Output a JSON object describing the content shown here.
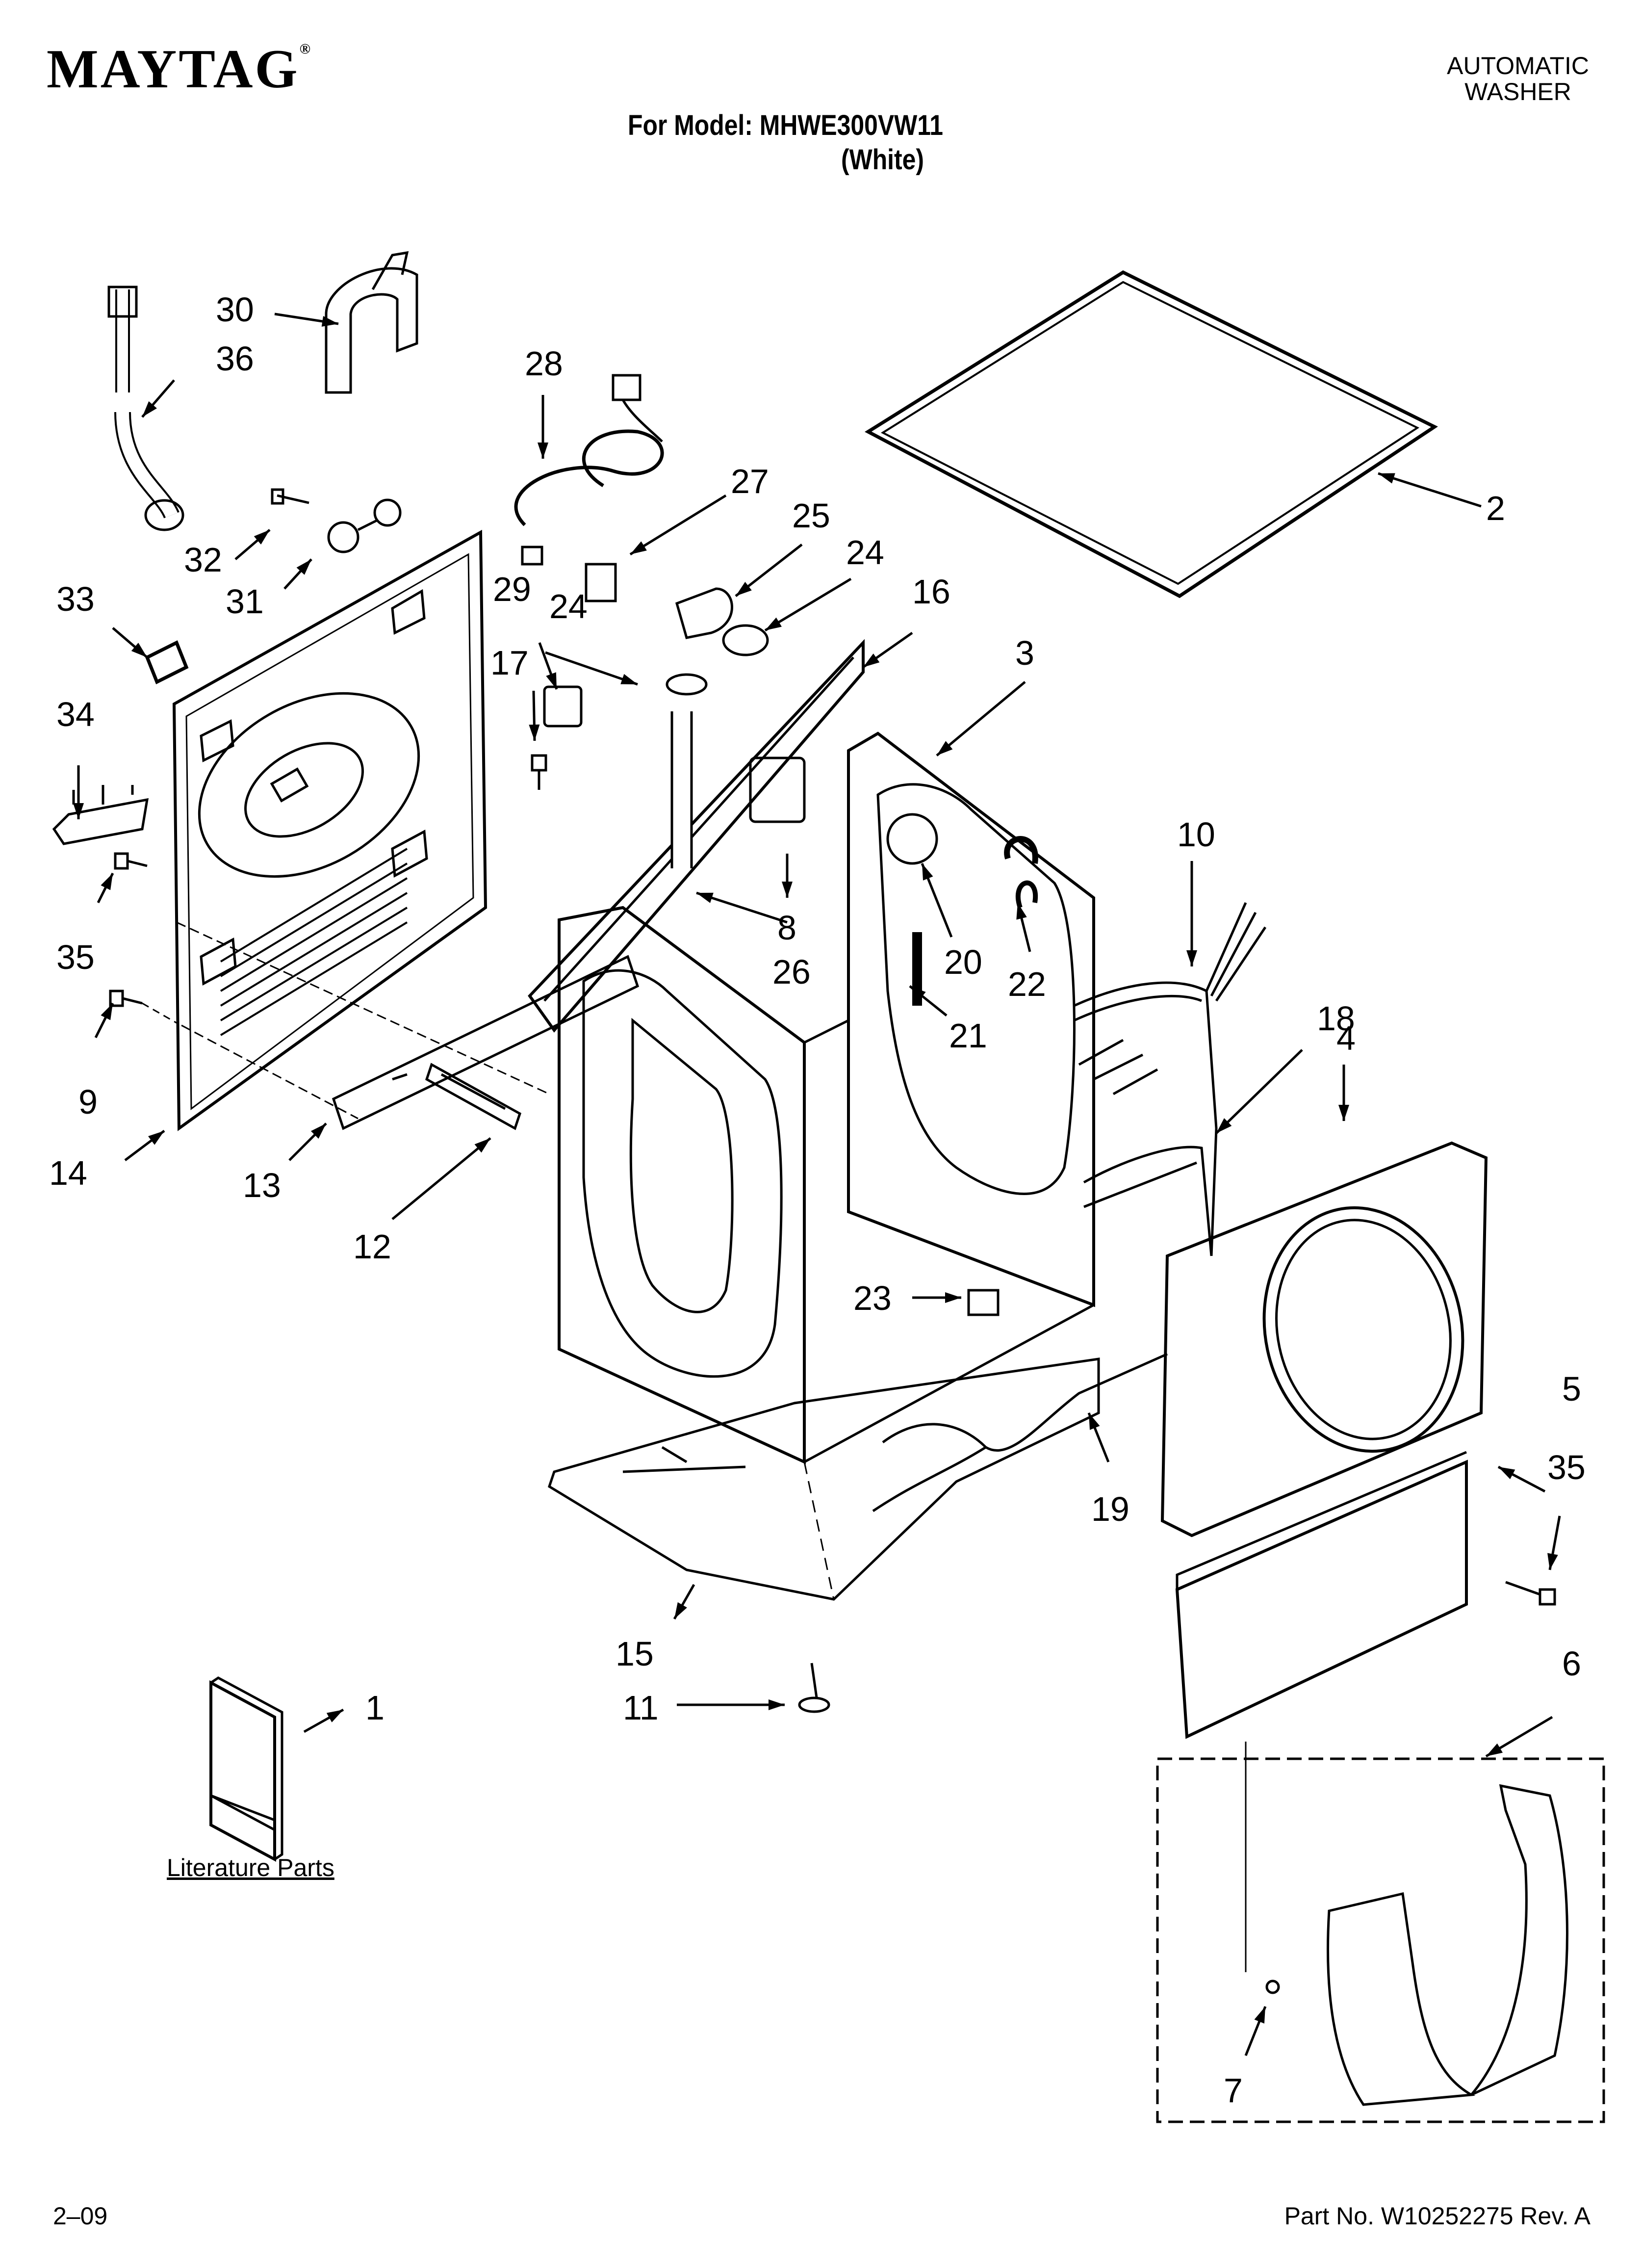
{
  "header": {
    "brand": "MAYTAG",
    "brand_mark": "®",
    "appliance_line1": "AUTOMATIC",
    "appliance_line2": "WASHER",
    "model_label": "For Model: MHWE300VW11",
    "color_label": "(White)"
  },
  "literature_label": "Literature Parts",
  "footer": {
    "date": "2–09",
    "part_number": "Part No. W10252275 Rev. A"
  },
  "callouts": [
    "1",
    "2",
    "3",
    "4",
    "5",
    "6",
    "7",
    "8",
    "9",
    "10",
    "11",
    "12",
    "13",
    "14",
    "15",
    "16",
    "17",
    "18",
    "19",
    "20",
    "21",
    "22",
    "23",
    "24",
    "24",
    "25",
    "26",
    "27",
    "28",
    "29",
    "30",
    "31",
    "32",
    "33",
    "34",
    "35",
    "35",
    "36"
  ]
}
